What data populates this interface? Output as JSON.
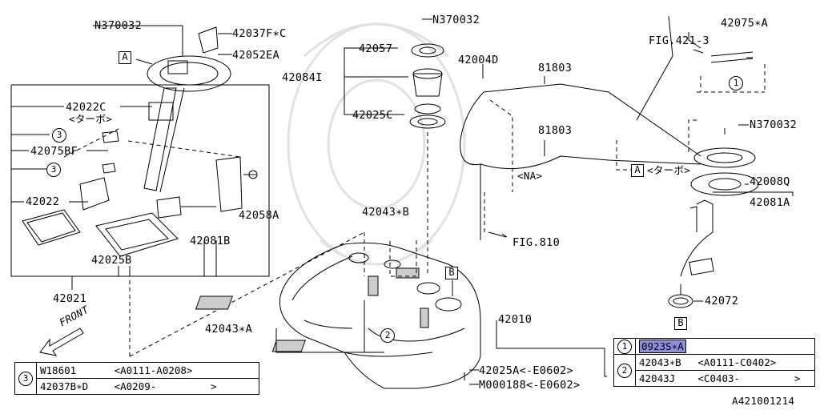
{
  "labels": {
    "n370032_top": "N370032",
    "p42037fc": "42037F∗C",
    "p42052ea": "42052EA",
    "p42022c": "42022C",
    "turbo_left": "<ターボ>",
    "p42075bf": "42075BF",
    "p42022": "42022",
    "p42025b": "42025B",
    "p42081b": "42081B",
    "p42058a": "42058A",
    "p42021": "42021",
    "front": "FRONT",
    "p42057": "42057",
    "p42084i": "42084I",
    "n370032_mid": "N370032",
    "p42025c": "42025C",
    "p42004d": "42004D",
    "p81803_a": "81803",
    "p81803_b": "81803",
    "na": "<NA>",
    "fig810": "FIG.810",
    "p42043b": "42043∗B",
    "p42043a": "42043∗A",
    "p42010": "42010",
    "p42025a": "42025A<-E0602>",
    "pm000188": "M000188<-E0602>",
    "p42075a": "42075∗A",
    "fig421": "FIG.421-3",
    "n370032_right": "N370032",
    "turbo_right": "<ターボ>",
    "p42008q": "42008Q",
    "p42081a": "42081A",
    "p42072": "42072",
    "ref_a": "A",
    "ref_b": "B",
    "ref_1": "1",
    "ref_2": "2",
    "ref_3": "3",
    "diagram_id": "A421001214"
  },
  "legend_left": {
    "key": "3",
    "rows": [
      {
        "part": "W18601",
        "range": "<A0111-A0208>"
      },
      {
        "part": "42037B∗D",
        "range": "<A0209-         >"
      }
    ]
  },
  "legend_right": {
    "rows": [
      {
        "key": "1",
        "part": "0923S∗A",
        "range": ""
      },
      {
        "key": "2",
        "part": "42043∗B",
        "range": "<A0111-C0402>"
      },
      {
        "key": "",
        "part": "42043J",
        "range": "<C0403-         >"
      }
    ]
  }
}
